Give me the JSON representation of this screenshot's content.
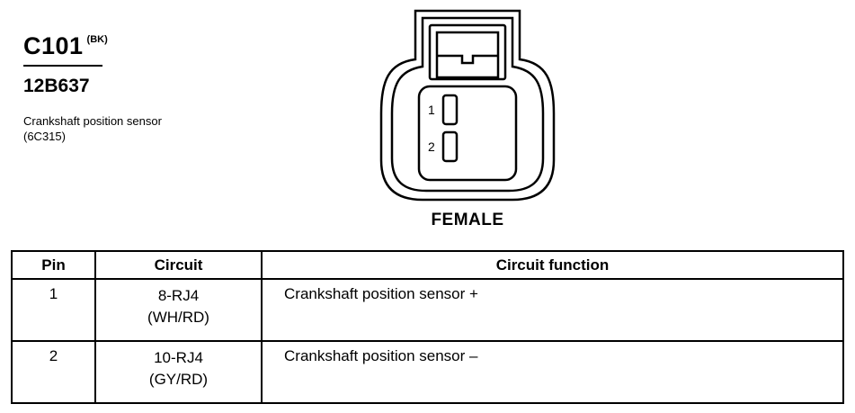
{
  "connector": {
    "id": "C101",
    "color": "(BK)",
    "part_number": "12B637",
    "description": "Crankshaft position sensor (6C315)"
  },
  "diagram": {
    "pins": [
      "1",
      "2"
    ],
    "gender": "FEMALE"
  },
  "table": {
    "headers": {
      "pin": "Pin",
      "circuit": "Circuit",
      "function": "Circuit function"
    },
    "rows": [
      {
        "pin": "1",
        "circuit": "8-RJ4",
        "color": "(WH/RD)",
        "function": "Crankshaft position sensor  +"
      },
      {
        "pin": "2",
        "circuit": "10-RJ4",
        "color": "(GY/RD)",
        "function": "Crankshaft position sensor  –"
      }
    ]
  }
}
